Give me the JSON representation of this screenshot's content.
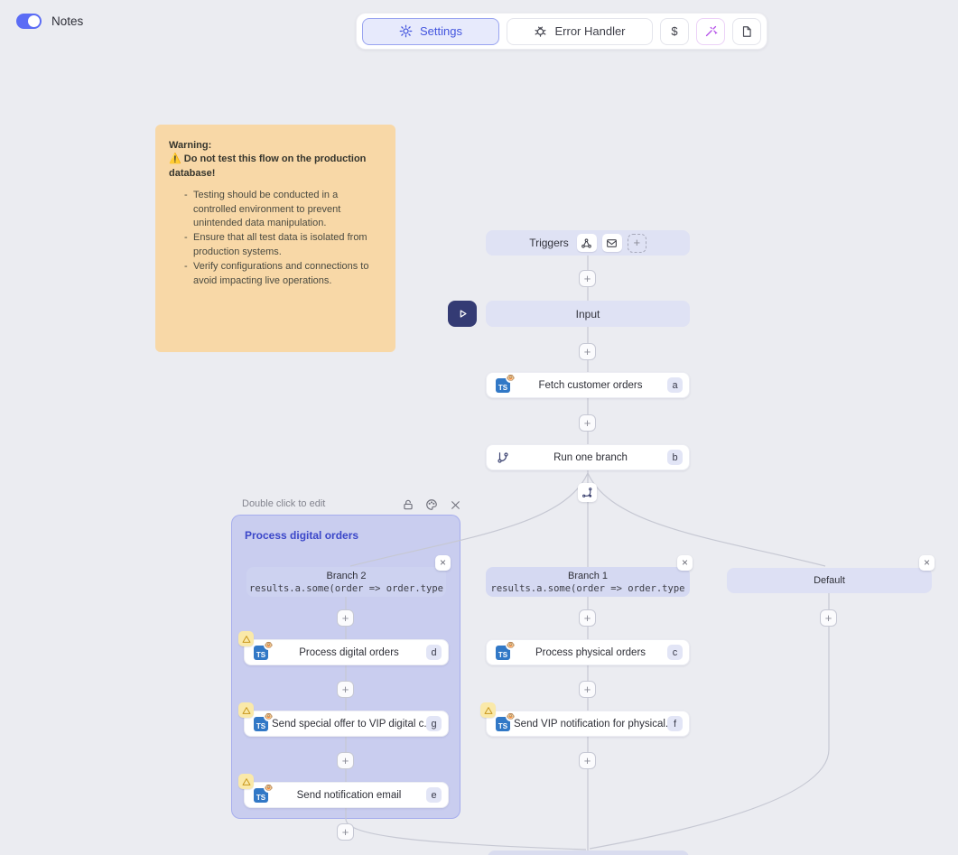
{
  "ui": {
    "plus": "+",
    "close": "×",
    "ts_label": "TS",
    "emoji": "🐵"
  },
  "colors": {
    "accent": "#4355de",
    "toggle_on": "#5b6cf5",
    "wand": "#b44fe8",
    "warning_note_bg": "#f8d8a7",
    "play_button_bg": "#343b74",
    "typescript_blue": "#3178c6",
    "group_fill": "#97a1ee",
    "node_lavender": "#dfe2f4",
    "wire": "#c6c8d3"
  },
  "header": {
    "notes_label": "Notes",
    "toolbar": {
      "settings_label": "Settings",
      "error_handler_label": "Error Handler",
      "currency_label": "$"
    }
  },
  "note": {
    "title": "Warning:",
    "subtitle": "⚠️ Do not test this flow on the production database!",
    "items": [
      "Testing should be conducted in a controlled environment to prevent unintended data manipulation.",
      "Ensure that all test data is isolated from production systems.",
      "Verify configurations and connections to avoid impacting live operations."
    ]
  },
  "flow": {
    "triggers_label": "Triggers",
    "input_label": "Input",
    "group": {
      "hint": "Double click to edit",
      "title": "Process digital orders"
    },
    "branches": {
      "branch2": {
        "title": "Branch 2",
        "condition": "results.a.some(order => order.type"
      },
      "branch1": {
        "title": "Branch 1",
        "condition": "results.a.some(order => order.type"
      },
      "default_branch": {
        "title": "Default"
      }
    },
    "nodes": {
      "fetch": {
        "label": "Fetch customer orders",
        "badge": "a"
      },
      "run_one_branch": {
        "label": "Run one branch",
        "badge": "b"
      },
      "process_digital": {
        "label": "Process digital orders",
        "badge": "d"
      },
      "send_special_offer": {
        "label": "Send special offer to VIP digital c...",
        "badge": "g"
      },
      "send_notification_email": {
        "label": "Send notification email",
        "badge": "e"
      },
      "process_physical": {
        "label": "Process physical orders",
        "badge": "c"
      },
      "send_vip_notification": {
        "label": "Send VIP notification for physical...",
        "badge": "f"
      }
    }
  }
}
